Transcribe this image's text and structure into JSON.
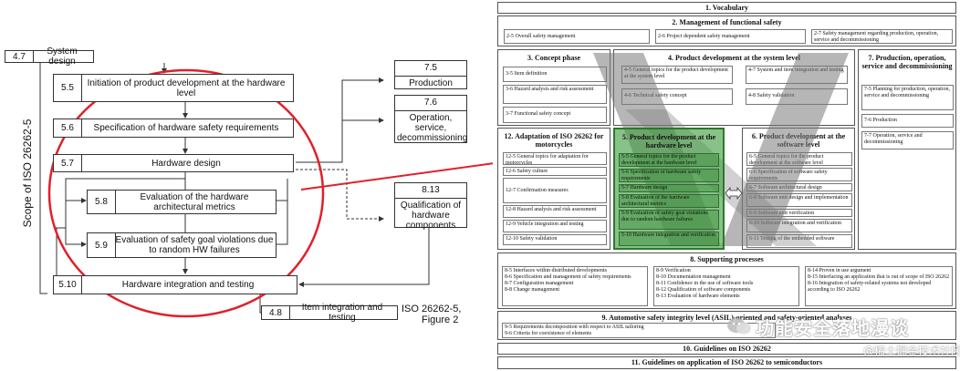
{
  "left": {
    "system_design": {
      "num": "4.7",
      "label": "System design"
    },
    "scope_label": "Scope of ISO 26262-5",
    "steps": [
      {
        "num": "5.5",
        "label": "Initiation of product development at the hardware level"
      },
      {
        "num": "5.6",
        "label": "Specification of hardware safety requirements"
      },
      {
        "num": "5.7",
        "label": "Hardware design"
      },
      {
        "num": "5.8",
        "label": "Evaluation of the hardware architectural metrics"
      },
      {
        "num": "5.9",
        "label": "Evaluation of safety goal violations due to random HW failures"
      },
      {
        "num": "5.10",
        "label": "Hardware integration and testing"
      }
    ],
    "outputs": [
      {
        "num": "7.5",
        "label": "Production"
      },
      {
        "num": "7.6",
        "label": "Operation, service, decommissioning"
      },
      {
        "num": "8.13",
        "label": "Qualification of hardware components"
      }
    ],
    "item_integration": {
      "num": "4.8",
      "label": "Item integration and testing"
    },
    "figure_ref": [
      "ISO 26262-5,",
      "Figure 2"
    ]
  },
  "right": {
    "vocabulary": "1. Vocabulary",
    "mgmt": {
      "title": "2. Management of functional safety",
      "items": [
        "2-5 Overall safety management",
        "2-6 Project dependent safety management",
        "2-7 Safety management regarding production, operation, service and decommissioning"
      ]
    },
    "concept": {
      "title": "3. Concept phase",
      "items": [
        "3-5 Item definition",
        "3-6 Hazard analysis and risk assessment",
        "3-7 Functional safety concept"
      ]
    },
    "system": {
      "title": "4. Product development at the system level",
      "items": [
        "4-5 General topics for the product development at the system level",
        "4-7 System and item integration and testing",
        "4-6 Technical safety concept",
        "4-8 Safety validation"
      ]
    },
    "production": {
      "title": "7. Production, operation, service and decommissioning",
      "items": [
        "7-5 Planning for production, operation, service and decommissioning",
        "7-6 Production",
        "7-7 Operation, service and decommissioning"
      ]
    },
    "moto": {
      "title": "12. Adaptation of ISO 26262 for motorcycles",
      "items": [
        "12-5 General topics for adaptation for motorcycles",
        "12-6 Safety culture",
        "12-7 Confirmation measures",
        "12-8 Hazard analysis and risk assessment",
        "12-9 Vehicle integration and testing",
        "12-10 Safety validation"
      ]
    },
    "hw": {
      "title": "5. Product development at the hardware level",
      "items": [
        "5-5 General topics for the product development at the hardware level",
        "5-6 Specification of hardware safety requirements",
        "5-7 Hardware design",
        "5-8 Evaluation of the hardware architectural metrics",
        "5-9 Evaluation of safety goal violations due to random hardware failures",
        "5-10 Hardware integration and verification"
      ]
    },
    "sw": {
      "title": "6. Product development at the software level",
      "items": [
        "6-5 General topics for the product development at the software level",
        "6-6 Specification of software safety requirements",
        "6-7 Software architectural design",
        "6-8 Software unit design and implementation",
        "6-9 Software unit verification",
        "6-10 Software integration and verification",
        "6-11 Testing of the embedded software"
      ]
    },
    "support": {
      "title": "8. Supporting processes",
      "col1": [
        "8-5 Interfaces within distributed developments",
        "8-6 Specification and management of safety requirements",
        "8-7 Configuration management",
        "8-8 Change management"
      ],
      "col2": [
        "8-9 Verification",
        "8-10 Documentation management",
        "8-11 Confidence in the use of software tools",
        "8-12 Qualification of software components",
        "8-13 Evaluation of hardware elements"
      ],
      "col3": [
        "8-14 Proven in use argument",
        "8-15 Interfacing an application that is out of scope of ISO 26262",
        "8-16 Integration of safety-related systems not developed according to ISO 26262"
      ]
    },
    "asil": {
      "title": "9. Automotive safety integrity level (ASIL)-oriented and safety-oriented analyses",
      "items": [
        "9-5 Requirements decomposition with respect to ASIL tailoring",
        "9-6 Criteria for coexistence of elements"
      ]
    },
    "guidelines": "10. Guidelines on ISO 26262",
    "semis": "11. Guidelines on application of ISO 26262 to semiconductors",
    "watermark1": "功能安全落地漫谈",
    "watermark2": "@稀土掘金技术社区"
  },
  "colors": {
    "highlight_green": "#3a9a3a",
    "circle_red": "#e0202a",
    "v_gray": "#7a7a7a"
  }
}
